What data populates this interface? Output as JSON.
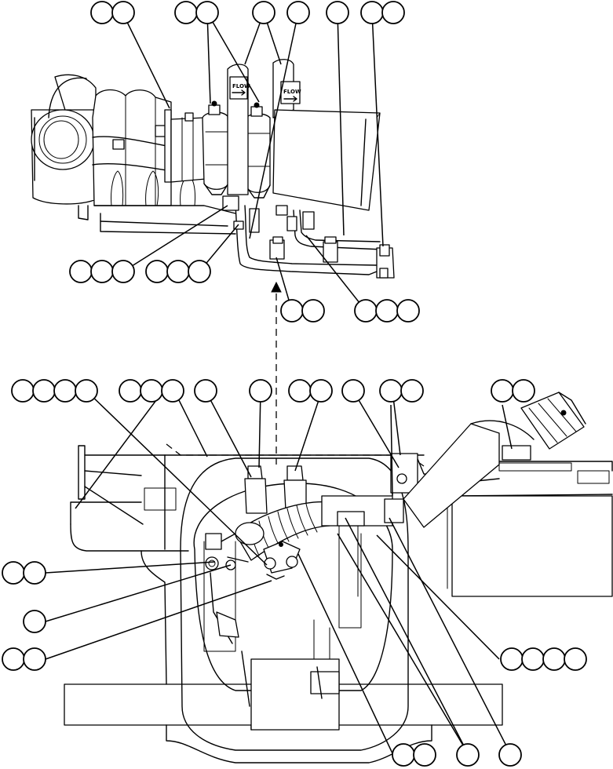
{
  "diagram": {
    "labels": {
      "flow_1": "FLOW",
      "flow_2": "FLOW"
    },
    "callout_groups": [
      {
        "id": "top-a",
        "balloons": 2
      },
      {
        "id": "top-b",
        "balloons": 2
      },
      {
        "id": "top-c",
        "balloons": 1
      },
      {
        "id": "top-d",
        "balloons": 1
      },
      {
        "id": "top-e",
        "balloons": 1
      },
      {
        "id": "top-f",
        "balloons": 2
      },
      {
        "id": "upper-mid-left",
        "balloons": 3
      },
      {
        "id": "upper-mid-right",
        "balloons": 3
      },
      {
        "id": "upper-low-a",
        "balloons": 2
      },
      {
        "id": "upper-low-b",
        "balloons": 3
      },
      {
        "id": "lower-top-a",
        "balloons": 4
      },
      {
        "id": "lower-top-b",
        "balloons": 3
      },
      {
        "id": "lower-top-c",
        "balloons": 1
      },
      {
        "id": "lower-top-d",
        "balloons": 1
      },
      {
        "id": "lower-top-e",
        "balloons": 2
      },
      {
        "id": "lower-top-f",
        "balloons": 1
      },
      {
        "id": "lower-top-g",
        "balloons": 2
      },
      {
        "id": "lower-top-h",
        "balloons": 2
      },
      {
        "id": "left-a",
        "balloons": 2
      },
      {
        "id": "left-b",
        "balloons": 1
      },
      {
        "id": "left-c",
        "balloons": 2
      },
      {
        "id": "right-a",
        "balloons": 4
      },
      {
        "id": "bottom-a",
        "balloons": 2
      },
      {
        "id": "bottom-b",
        "balloons": 1
      },
      {
        "id": "bottom-c",
        "balloons": 1
      }
    ]
  }
}
